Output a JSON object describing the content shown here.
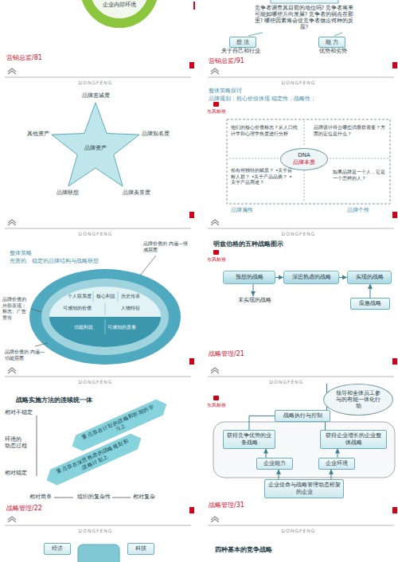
{
  "diagram": {
    "nodes": [
      {
        "text": [
          "企业内部环境"
        ]
      },
      {
        "text": [
          "想 法"
        ]
      },
      {
        "text": [
          "能 力"
        ]
      },
      {
        "text": [
          "品牌资产"
        ]
      },
      {
        "text": [
          "DNA",
          "品牌本质"
        ]
      },
      {
        "text": [
          "预想的战略"
        ]
      },
      {
        "text": [
          "深思熟虑的战略"
        ]
      },
      {
        "text": [
          "实现的战略"
        ]
      },
      {
        "text": [
          "未实现的战略"
        ]
      },
      {
        "text": [
          "应急战略"
        ]
      },
      {
        "text": [
          "重点放在计划的战略和所期的学习上"
        ]
      },
      {
        "text": [
          "重点放在深思熟虑的战略规划和战略计划上"
        ]
      },
      {
        "text": [
          "领导和全体员工参与的有能一体化行动"
        ]
      },
      {
        "text": [
          "战略执行与控制"
        ]
      },
      {
        "text": [
          "获得竞争优势的业务战略"
        ]
      },
      {
        "text": [
          "获得企业增长的企业整体战略"
        ]
      },
      {
        "text": [
          "企业能力"
        ]
      },
      {
        "text": [
          "企业环境"
        ]
      },
      {
        "text": [
          "企业使命与战略管理动态框架的企业"
        ]
      },
      {
        "text": [
          "经济"
        ]
      },
      {
        "text": [
          "科技"
        ]
      }
    ],
    "edges": [
      {
        "from": 5,
        "to": 6,
        "arrow": "to"
      },
      {
        "from": 6,
        "to": 7,
        "arrow": "to"
      },
      {
        "from": 5,
        "to": 8,
        "arrow": "to"
      },
      {
        "from": 9,
        "to": 7,
        "arrow": "to"
      },
      {
        "from": 12,
        "to": 13,
        "arrow": "none"
      },
      {
        "from": 13,
        "to": 14,
        "arrow": "none"
      },
      {
        "from": 13,
        "to": 15,
        "arrow": "none"
      },
      {
        "from": 16,
        "to": 14,
        "arrow": "to"
      },
      {
        "from": 17,
        "to": 15,
        "arrow": "to"
      },
      {
        "from": 18,
        "to": 16,
        "arrow": "to"
      },
      {
        "from": 18,
        "to": 17,
        "arrow": "to"
      }
    ],
    "labels": [
      "营销总监/81",
      "竞争者调查其目前的地位吗? 竞争者将来可能如哪些方向发展? 竞争者的弱点在那里? 哪些因素将会使竞争者做出何种的反应?",
      "关于自己和行业",
      "优势和劣势",
      "营销总监/91",
      "DONGFENG",
      "品牌忠诚度",
      "品牌知名度",
      "品牌美誉度",
      "品牌联想",
      "其他资产",
      "DONGFENG",
      "整体策略探讨",
      "品牌规划：核心价值体现 稳定性，战略性；",
      "东风标致",
      "他们的核心价值标志？从人口统计学和心理学角度进行分析",
      "品牌设计符合哪些消费群需要？方面的定位是什么？",
      "你有何独特的赋质？ •关于目标人群？ •关于产品品类？ •关于产品用途？",
      "如果品牌是一个人，它是一个怎样的人？",
      "品牌属性",
      "品牌个性",
      "DONGFENG",
      "整体策略",
      "完善的、稳定的品牌结构与战略联想",
      "品牌价值的 内涵—情感层面",
      "个人联系度",
      "核心利益",
      "历史传承",
      "可感知的价值",
      "人物特征",
      "功能利益",
      "可感知的质量",
      "品牌价值的 外部表现：标志、广告宣传",
      "品牌价值的 内涵—功能层面",
      "DONGFENG",
      "明兹伯格的五种战略图示",
      "东风标致",
      "战略管理/21",
      "DONGFENG",
      "战略实施方法的连续统一体",
      "相对不稳定",
      "环境的 动态过程",
      "相对稳定",
      "相对简单",
      "组织的复杂性",
      "相对复杂",
      "战略管理/22",
      "DONGFENG",
      "东风标致",
      "战略管理/31",
      "DONGFENG",
      "DONGFENG",
      "四种基本的竞争战略"
    ]
  }
}
